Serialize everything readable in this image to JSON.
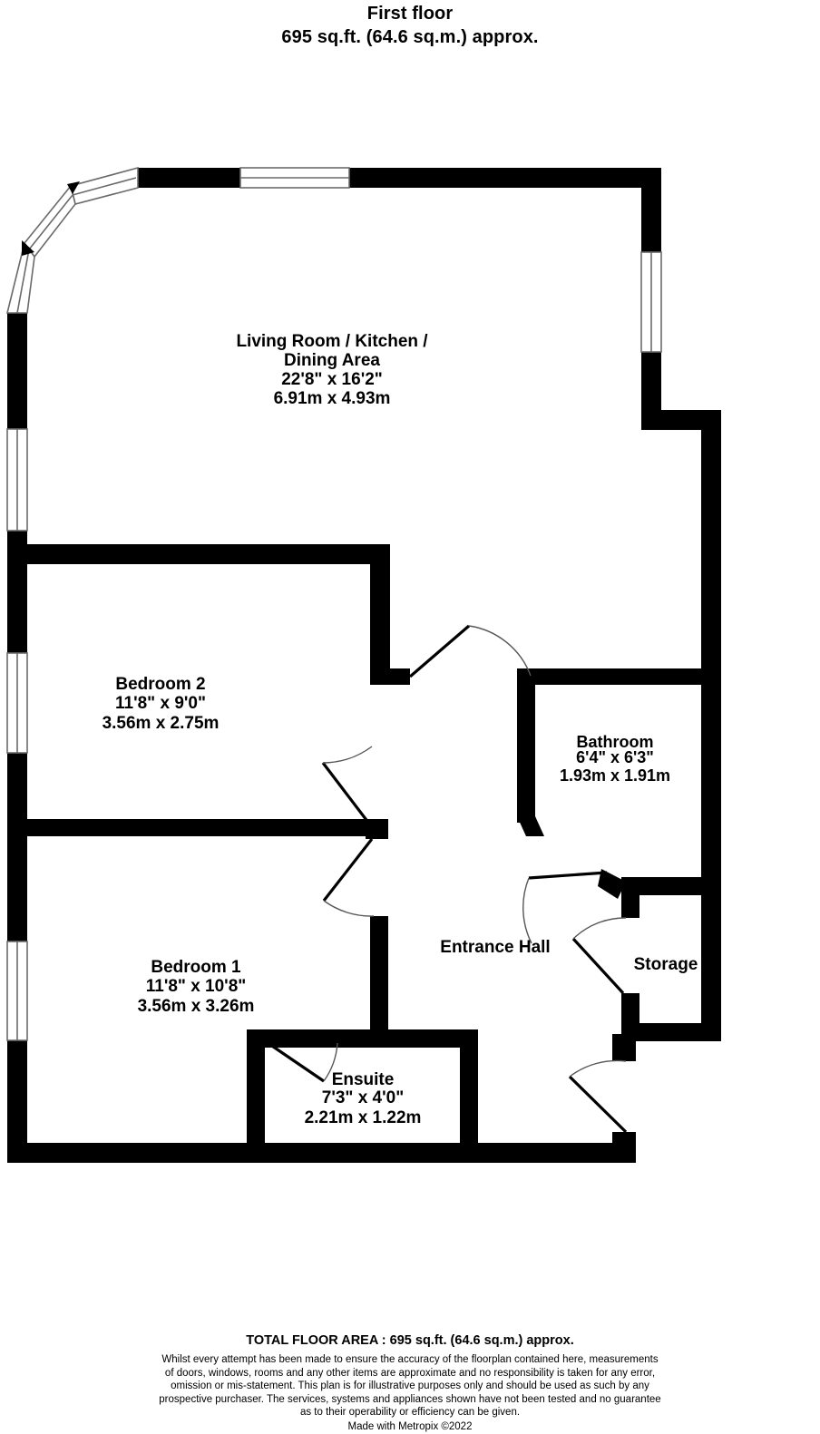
{
  "header": {
    "title": "First floor",
    "area": "695 sq.ft. (64.6 sq.m.) approx."
  },
  "rooms": [
    {
      "name": "living-kitchen-dining",
      "label_line1": "Living Room / Kitchen /",
      "label_line2": "Dining Area",
      "imperial": "22'8\"  x 16'2\"",
      "metric": "6.91m  x 4.93m"
    },
    {
      "name": "bedroom-2",
      "label_line1": "Bedroom 2",
      "imperial": "11'8\"  x 9'0\"",
      "metric": "3.56m  x 2.75m"
    },
    {
      "name": "bathroom",
      "label_line1": "Bathroom",
      "imperial": "6'4\"  x 6'3\"",
      "metric": "1.93m  x 1.91m"
    },
    {
      "name": "bedroom-1",
      "label_line1": "Bedroom 1",
      "imperial": "11'8\"  x 10'8\"",
      "metric": "3.56m  x 3.26m"
    },
    {
      "name": "entrance-hall",
      "label_line1": "Entrance Hall",
      "imperial": "",
      "metric": ""
    },
    {
      "name": "storage",
      "label_line1": "Storage",
      "imperial": "",
      "metric": ""
    },
    {
      "name": "ensuite",
      "label_line1": "Ensuite",
      "imperial": "7'3\"  x 4'0\"",
      "metric": "2.21m  x 1.22m"
    }
  ],
  "footer": {
    "total": "TOTAL FLOOR AREA : 695 sq.ft. (64.6 sq.m.) approx.",
    "disclaimer_line1": "Whilst every attempt has been made to ensure the accuracy of the floorplan contained here, measurements",
    "disclaimer_line2": "of doors, windows, rooms and any other items are approximate and no responsibility is taken for any error,",
    "disclaimer_line3": "omission or mis-statement. This plan is for illustrative purposes only and should be used as such by any",
    "disclaimer_line4": "prospective purchaser. The services, systems and appliances shown have not been tested and no guarantee",
    "disclaimer_line5": "as to their operability or efficiency can be given.",
    "credit": "Made with Metropix ©2022"
  },
  "colors": {
    "wall": "#000000",
    "background": "#ffffff",
    "window_outline": "#6a6a6a",
    "door_arc": "#444444"
  }
}
